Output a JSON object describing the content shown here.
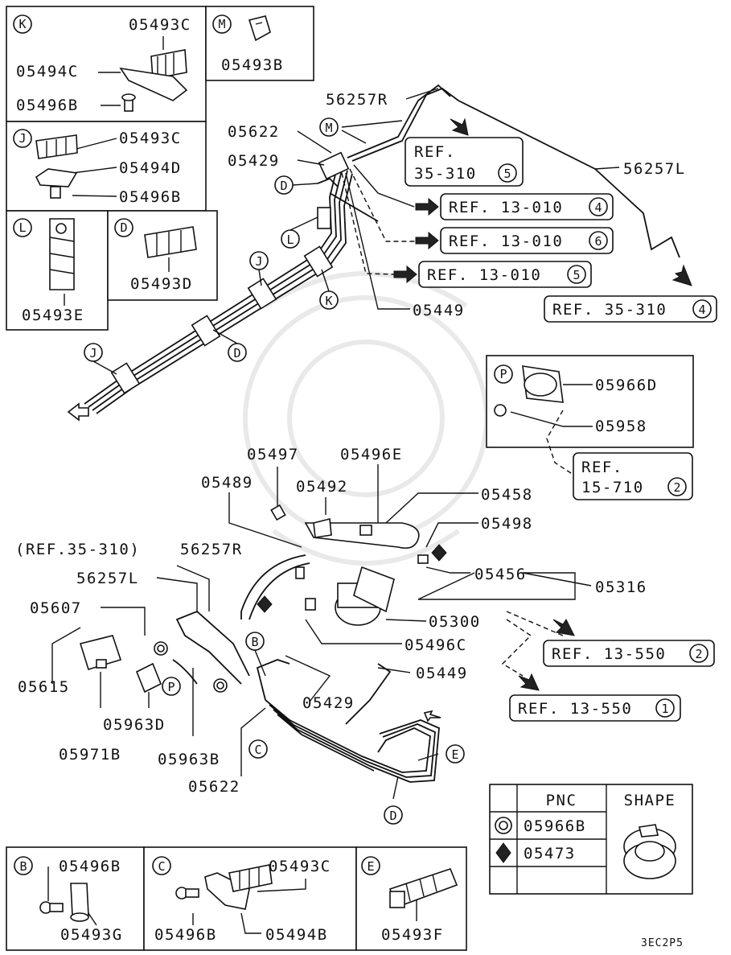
{
  "diagram_code": "3EC2P5",
  "insets": {
    "K": {
      "letter": "K",
      "parts": [
        "05493C",
        "05494C",
        "05496B"
      ]
    },
    "M": {
      "letter": "M",
      "parts": [
        "05493B"
      ]
    },
    "J": {
      "letter": "J",
      "parts": [
        "05493C",
        "05494D",
        "05496B"
      ]
    },
    "L": {
      "letter": "L",
      "parts": [
        "05493E"
      ]
    },
    "D": {
      "letter": "D",
      "parts": [
        "05493D"
      ]
    },
    "P": {
      "letter": "P",
      "parts": [
        "05966D",
        "05958"
      ]
    },
    "B": {
      "letter": "B",
      "parts": [
        "05496B",
        "05493G"
      ]
    },
    "C": {
      "letter": "C",
      "parts": [
        "05496B",
        "05493C",
        "05494B"
      ]
    },
    "E": {
      "letter": "E",
      "parts": [
        "05493F"
      ]
    }
  },
  "main_labels": {
    "p56257R_top": "56257R",
    "p05622_top": "05622",
    "p05429_top": "05429",
    "p56257L_top": "56257L",
    "p05449_top": "05449",
    "p05497": "05497",
    "p05496E": "05496E",
    "p05489": "05489",
    "p05492": "05492",
    "p05458": "05458",
    "p05498": "05498",
    "ref35310_paren": "(REF.35-310)",
    "p56257R_mid": "56257R",
    "p56257L_mid": "56257L",
    "p05456": "05456",
    "p05316": "05316",
    "p05607": "05607",
    "p05300": "05300",
    "p05496C": "05496C",
    "p05615": "05615",
    "p05449_mid": "05449",
    "p05429_mid": "05429",
    "p05963D": "05963D",
    "p05971B": "05971B",
    "p05963B": "05963B",
    "p05622_mid": "05622"
  },
  "refs": {
    "r35310_5": {
      "text": "REF.\n35-310",
      "num": "5"
    },
    "r13010_4": {
      "text": "REF. 13-010",
      "num": "4"
    },
    "r13010_6": {
      "text": "REF. 13-010",
      "num": "6"
    },
    "r13010_5": {
      "text": "REF. 13-010",
      "num": "5"
    },
    "r35310_4": {
      "text": "REF. 35-310",
      "num": "4"
    },
    "r15710_2": {
      "text": "REF.\n15-710",
      "num": "2"
    },
    "r13550_2": {
      "text": "REF. 13-550",
      "num": "2"
    },
    "r13550_1": {
      "text": "REF. 13-550",
      "num": "1"
    }
  },
  "callouts": {
    "M": "M",
    "D": "D",
    "L": "L",
    "J": "J",
    "K": "K",
    "B": "B",
    "C": "C",
    "E": "E",
    "P": "P"
  },
  "legend": {
    "header_pnc": "PNC",
    "header_shape": "SHAPE",
    "rows": [
      {
        "symbol": "double-circle",
        "pnc": "05966B"
      },
      {
        "symbol": "diamond",
        "pnc": "05473"
      }
    ]
  }
}
